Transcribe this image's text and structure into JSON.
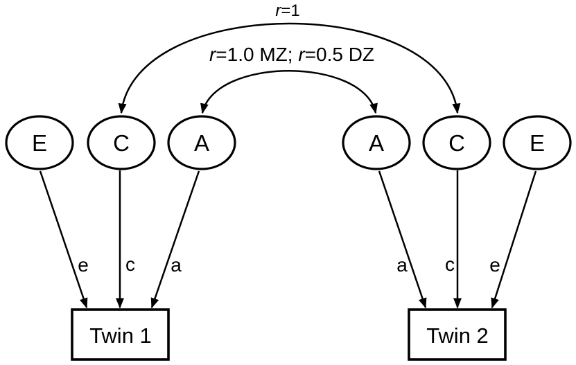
{
  "figure": {
    "type": "path-diagram",
    "description": "ACE twin model structural diagram"
  },
  "colors": {
    "line": "#000000",
    "text": "#000000",
    "background": "#ffffff"
  },
  "correlations": {
    "shared_environment": {
      "r_symbol": "r",
      "value_text": "=1"
    },
    "additive_genetic": {
      "r_symbol_1": "r",
      "value_text_1": "=1.0 MZ; ",
      "r_symbol_2": "r",
      "value_text_2": "=0.5 DZ"
    }
  },
  "latent_variables": {
    "twin1": [
      "E",
      "C",
      "A"
    ],
    "twin2": [
      "A",
      "C",
      "E"
    ]
  },
  "path_coefficients": {
    "twin1": [
      "e",
      "c",
      "a"
    ],
    "twin2": [
      "a",
      "c",
      "e"
    ]
  },
  "observed_variables": {
    "twin1": "Twin 1",
    "twin2": "Twin 2"
  }
}
